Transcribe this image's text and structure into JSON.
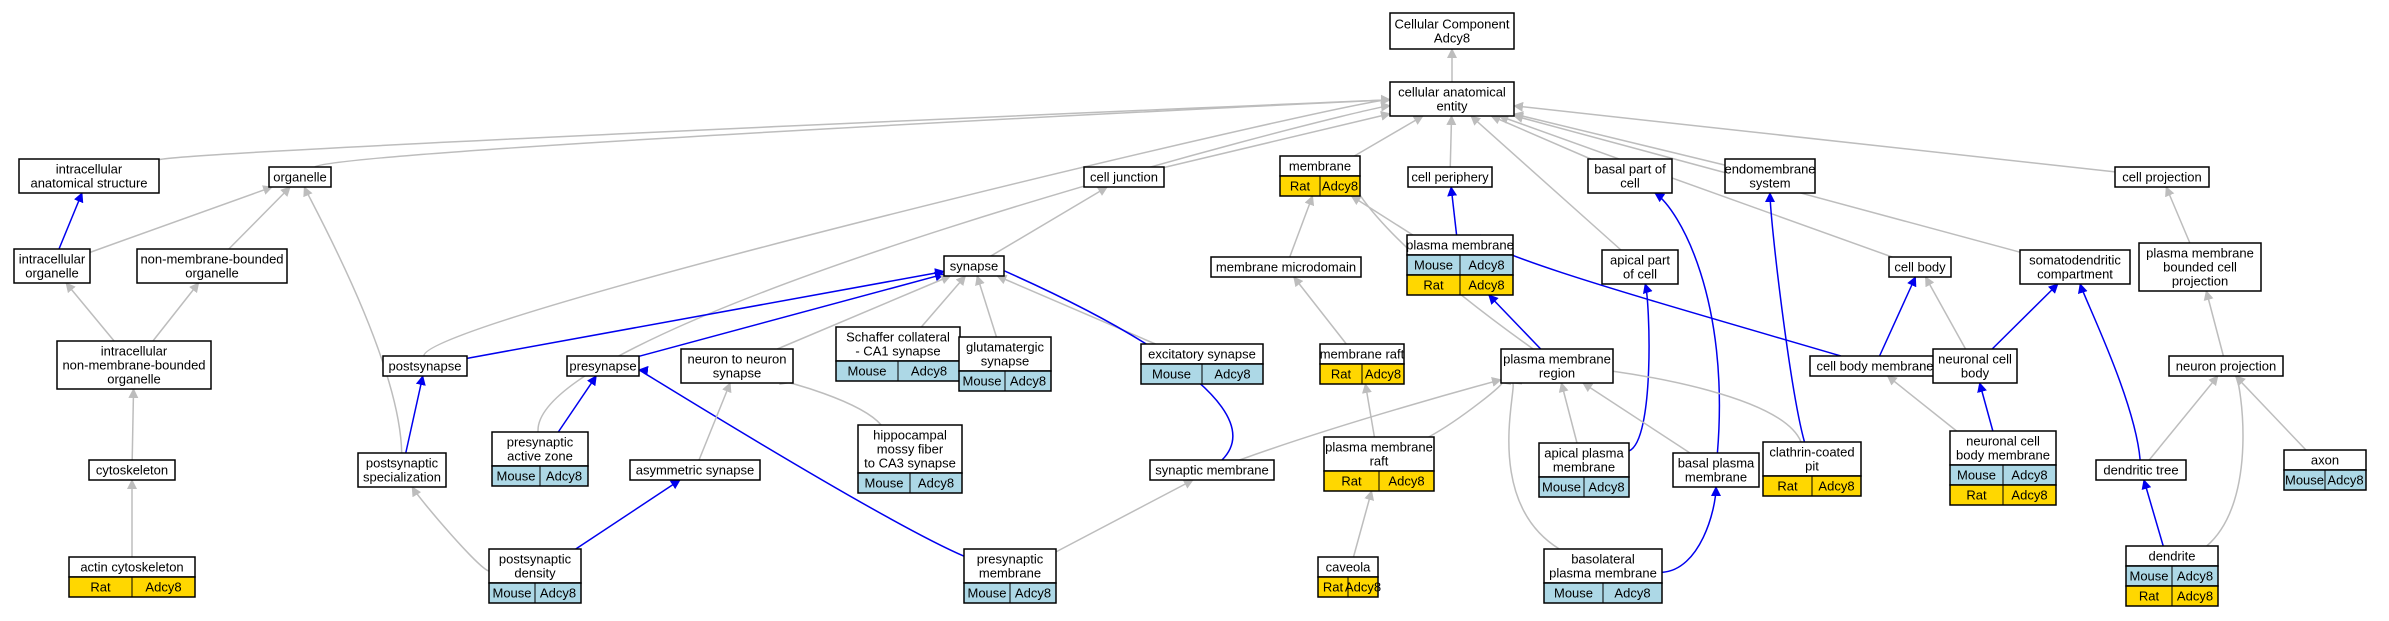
{
  "colors": {
    "gray_edge": "#bdbdbd",
    "blue_edge": "#0000ee",
    "mouse": "#add8e6",
    "rat": "#ffd700"
  },
  "nodes": [
    {
      "id": "root",
      "label": [
        "Cellular Component",
        "Adcy8"
      ],
      "tags": []
    },
    {
      "id": "cae",
      "label": [
        "cellular anatomical",
        "entity"
      ],
      "tags": []
    },
    {
      "id": "ias",
      "label": [
        "intracellular",
        "anatomical structure"
      ],
      "tags": []
    },
    {
      "id": "organelle",
      "label": [
        "organelle"
      ],
      "tags": []
    },
    {
      "id": "celljunction",
      "label": [
        "cell junction"
      ],
      "tags": []
    },
    {
      "id": "membrane",
      "label": [
        "membrane"
      ],
      "tags": [
        [
          "Rat",
          "Adcy8"
        ]
      ]
    },
    {
      "id": "cellperiphery",
      "label": [
        "cell periphery"
      ],
      "tags": []
    },
    {
      "id": "basalpart",
      "label": [
        "basal part of",
        "cell"
      ],
      "tags": []
    },
    {
      "id": "endomembrane",
      "label": [
        "endomembrane",
        "system"
      ],
      "tags": []
    },
    {
      "id": "cellprojection",
      "label": [
        "cell projection"
      ],
      "tags": []
    },
    {
      "id": "intraorg",
      "label": [
        "intracellular",
        "organelle"
      ],
      "tags": []
    },
    {
      "id": "nmbo",
      "label": [
        "non-membrane-bounded",
        "organelle"
      ],
      "tags": []
    },
    {
      "id": "synapse",
      "label": [
        "synapse"
      ],
      "tags": []
    },
    {
      "id": "memmicro",
      "label": [
        "membrane microdomain"
      ],
      "tags": []
    },
    {
      "id": "plasmamem",
      "label": [
        "plasma membrane"
      ],
      "tags": [
        [
          "Mouse",
          "Adcy8"
        ],
        [
          "Rat",
          "Adcy8"
        ]
      ]
    },
    {
      "id": "apicalpart",
      "label": [
        "apical part",
        "of cell"
      ],
      "tags": []
    },
    {
      "id": "cellbody",
      "label": [
        "cell body"
      ],
      "tags": []
    },
    {
      "id": "somato",
      "label": [
        "somatodendritic",
        "compartment"
      ],
      "tags": []
    },
    {
      "id": "pmbcp",
      "label": [
        "plasma membrane",
        "bounded cell",
        "projection"
      ],
      "tags": []
    },
    {
      "id": "inmbo",
      "label": [
        "intracellular",
        "non-membrane-bounded",
        "organelle"
      ],
      "tags": []
    },
    {
      "id": "postsynapse",
      "label": [
        "postsynapse"
      ],
      "tags": []
    },
    {
      "id": "presynapse",
      "label": [
        "presynapse"
      ],
      "tags": []
    },
    {
      "id": "n2n",
      "label": [
        "neuron to neuron",
        "synapse"
      ],
      "tags": []
    },
    {
      "id": "schaffer",
      "label": [
        "Schaffer collateral",
        "- CA1 synapse"
      ],
      "tags": [
        [
          "Mouse",
          "Adcy8"
        ]
      ]
    },
    {
      "id": "glutamatergic",
      "label": [
        "glutamatergic",
        "synapse"
      ],
      "tags": [
        [
          "Mouse",
          "Adcy8"
        ]
      ]
    },
    {
      "id": "excitatory",
      "label": [
        "excitatory synapse"
      ],
      "tags": [
        [
          "Mouse",
          "Adcy8"
        ]
      ]
    },
    {
      "id": "memraft",
      "label": [
        "membrane raft"
      ],
      "tags": [
        [
          "Rat",
          "Adcy8"
        ]
      ]
    },
    {
      "id": "pmregion",
      "label": [
        "plasma membrane",
        "region"
      ],
      "tags": []
    },
    {
      "id": "cbmembrane",
      "label": [
        "cell body membrane"
      ],
      "tags": []
    },
    {
      "id": "ncb",
      "label": [
        "neuronal cell",
        "body"
      ],
      "tags": []
    },
    {
      "id": "neuronproj",
      "label": [
        "neuron projection"
      ],
      "tags": []
    },
    {
      "id": "cytoskeleton",
      "label": [
        "cytoskeleton"
      ],
      "tags": []
    },
    {
      "id": "postspec",
      "label": [
        "postsynaptic",
        "specialization"
      ],
      "tags": []
    },
    {
      "id": "preaz",
      "label": [
        "presynaptic",
        "active zone"
      ],
      "tags": [
        [
          "Mouse",
          "Adcy8"
        ]
      ]
    },
    {
      "id": "asymmetric",
      "label": [
        "asymmetric synapse"
      ],
      "tags": []
    },
    {
      "id": "hippo",
      "label": [
        "hippocampal",
        "mossy fiber",
        "to CA3 synapse"
      ],
      "tags": [
        [
          "Mouse",
          "Adcy8"
        ]
      ]
    },
    {
      "id": "synmem",
      "label": [
        "synaptic membrane"
      ],
      "tags": []
    },
    {
      "id": "pmraft",
      "label": [
        "plasma membrane",
        "raft"
      ],
      "tags": [
        [
          "Rat",
          "Adcy8"
        ]
      ]
    },
    {
      "id": "apicalpm",
      "label": [
        "apical plasma",
        "membrane"
      ],
      "tags": [
        [
          "Mouse",
          "Adcy8"
        ]
      ]
    },
    {
      "id": "basalpm",
      "label": [
        "basal plasma",
        "membrane"
      ],
      "tags": []
    },
    {
      "id": "clathrin",
      "label": [
        "clathrin-coated",
        "pit"
      ],
      "tags": [
        [
          "Rat",
          "Adcy8"
        ]
      ]
    },
    {
      "id": "ncbm",
      "label": [
        "neuronal cell",
        "body membrane"
      ],
      "tags": [
        [
          "Mouse",
          "Adcy8"
        ],
        [
          "Rat",
          "Adcy8"
        ]
      ]
    },
    {
      "id": "dendtree",
      "label": [
        "dendritic tree"
      ],
      "tags": []
    },
    {
      "id": "axon",
      "label": [
        "axon"
      ],
      "tags": [
        [
          "Mouse",
          "Adcy8"
        ]
      ]
    },
    {
      "id": "actin",
      "label": [
        "actin cytoskeleton"
      ],
      "tags": [
        [
          "Rat",
          "Adcy8"
        ]
      ]
    },
    {
      "id": "psd",
      "label": [
        "postsynaptic",
        "density"
      ],
      "tags": [
        [
          "Mouse",
          "Adcy8"
        ]
      ]
    },
    {
      "id": "presmem",
      "label": [
        "presynaptic",
        "membrane"
      ],
      "tags": [
        [
          "Mouse",
          "Adcy8"
        ]
      ]
    },
    {
      "id": "caveola",
      "label": [
        "caveola"
      ],
      "tags": [
        [
          "Rat",
          "Adcy8"
        ]
      ]
    },
    {
      "id": "basolateral",
      "label": [
        "basolateral",
        "plasma membrane"
      ],
      "tags": [
        [
          "Mouse",
          "Adcy8"
        ]
      ]
    },
    {
      "id": "dendrite",
      "label": [
        "dendrite"
      ],
      "tags": [
        [
          "Mouse",
          "Adcy8"
        ],
        [
          "Rat",
          "Adcy8"
        ]
      ]
    }
  ],
  "edges": [
    {
      "from": "cae",
      "to": "root",
      "type": "gray"
    },
    {
      "from": "ias",
      "to": "cae",
      "type": "gray"
    },
    {
      "from": "organelle",
      "to": "cae",
      "type": "gray"
    },
    {
      "from": "celljunction",
      "to": "cae",
      "type": "gray"
    },
    {
      "from": "membrane",
      "to": "cae",
      "type": "gray"
    },
    {
      "from": "cellperiphery",
      "to": "cae",
      "type": "gray"
    },
    {
      "from": "basalpart",
      "to": "cae",
      "type": "gray"
    },
    {
      "from": "endomembrane",
      "to": "cae",
      "type": "gray"
    },
    {
      "from": "cellprojection",
      "to": "cae",
      "type": "gray"
    },
    {
      "from": "apicalpart",
      "to": "cae",
      "type": "gray"
    },
    {
      "from": "cellbody",
      "to": "cae",
      "type": "gray"
    },
    {
      "from": "somato",
      "to": "cae",
      "type": "gray"
    },
    {
      "from": "postsynapse",
      "to": "cae",
      "type": "gray"
    },
    {
      "from": "preaz",
      "to": "cae",
      "type": "gray"
    },
    {
      "from": "intraorg",
      "to": "ias",
      "type": "blue"
    },
    {
      "from": "intraorg",
      "to": "organelle",
      "type": "gray"
    },
    {
      "from": "nmbo",
      "to": "organelle",
      "type": "gray"
    },
    {
      "from": "postspec",
      "to": "organelle",
      "type": "gray"
    },
    {
      "from": "inmbo",
      "to": "intraorg",
      "type": "gray"
    },
    {
      "from": "inmbo",
      "to": "nmbo",
      "type": "gray"
    },
    {
      "from": "cytoskeleton",
      "to": "inmbo",
      "type": "gray"
    },
    {
      "from": "actin",
      "to": "cytoskeleton",
      "type": "gray"
    },
    {
      "from": "synapse",
      "to": "celljunction",
      "type": "gray"
    },
    {
      "from": "memmicro",
      "to": "membrane",
      "type": "gray"
    },
    {
      "from": "plasmamem",
      "to": "membrane",
      "type": "gray"
    },
    {
      "from": "plasmamem",
      "to": "cellperiphery",
      "type": "blue"
    },
    {
      "from": "postsynapse",
      "to": "synapse",
      "type": "blue"
    },
    {
      "from": "presynapse",
      "to": "synapse",
      "type": "blue"
    },
    {
      "from": "n2n",
      "to": "synapse",
      "type": "gray"
    },
    {
      "from": "schaffer",
      "to": "synapse",
      "type": "gray"
    },
    {
      "from": "glutamatergic",
      "to": "synapse",
      "type": "gray"
    },
    {
      "from": "excitatory",
      "to": "synapse",
      "type": "gray"
    },
    {
      "from": "synmem",
      "to": "synapse",
      "type": "blue"
    },
    {
      "from": "memraft",
      "to": "memmicro",
      "type": "gray"
    },
    {
      "from": "pmregion",
      "to": "plasmamem",
      "type": "blue"
    },
    {
      "from": "cbmembrane",
      "to": "plasmamem",
      "type": "blue"
    },
    {
      "from": "pmregion",
      "to": "membrane",
      "type": "gray"
    },
    {
      "from": "apicalpm",
      "to": "apicalpart",
      "type": "blue"
    },
    {
      "from": "basalpm",
      "to": "basalpart",
      "type": "blue"
    },
    {
      "from": "clathrin",
      "to": "endomembrane",
      "type": "blue"
    },
    {
      "from": "cbmembrane",
      "to": "cellbody",
      "type": "blue"
    },
    {
      "from": "ncb",
      "to": "cellbody",
      "type": "gray"
    },
    {
      "from": "ncb",
      "to": "somato",
      "type": "blue"
    },
    {
      "from": "pmbcp",
      "to": "cellprojection",
      "type": "gray"
    },
    {
      "from": "neuronproj",
      "to": "pmbcp",
      "type": "gray"
    },
    {
      "from": "postspec",
      "to": "postsynapse",
      "type": "blue"
    },
    {
      "from": "preaz",
      "to": "presynapse",
      "type": "blue"
    },
    {
      "from": "presmem",
      "to": "presynapse",
      "type": "blue"
    },
    {
      "from": "asymmetric",
      "to": "n2n",
      "type": "gray"
    },
    {
      "from": "hippo",
      "to": "n2n",
      "type": "gray"
    },
    {
      "from": "psd",
      "to": "postspec",
      "type": "gray"
    },
    {
      "from": "psd",
      "to": "asymmetric",
      "type": "blue"
    },
    {
      "from": "presmem",
      "to": "synmem",
      "type": "gray"
    },
    {
      "from": "synmem",
      "to": "pmregion",
      "type": "gray"
    },
    {
      "from": "pmraft",
      "to": "memraft",
      "type": "gray"
    },
    {
      "from": "pmraft",
      "to": "pmregion",
      "type": "gray"
    },
    {
      "from": "caveola",
      "to": "pmraft",
      "type": "gray"
    },
    {
      "from": "apicalpm",
      "to": "pmregion",
      "type": "gray"
    },
    {
      "from": "basalpm",
      "to": "pmregion",
      "type": "gray"
    },
    {
      "from": "clathrin",
      "to": "pmregion",
      "type": "gray"
    },
    {
      "from": "basolateral",
      "to": "pmregion",
      "type": "gray"
    },
    {
      "from": "basolateral",
      "to": "basalpm",
      "type": "blue"
    },
    {
      "from": "ncbm",
      "to": "cbmembrane",
      "type": "gray"
    },
    {
      "from": "ncbm",
      "to": "ncb",
      "type": "blue"
    },
    {
      "from": "dendtree",
      "to": "somato",
      "type": "blue"
    },
    {
      "from": "dendtree",
      "to": "neuronproj",
      "type": "gray"
    },
    {
      "from": "axon",
      "to": "neuronproj",
      "type": "gray"
    },
    {
      "from": "dendrite",
      "to": "dendtree",
      "type": "blue"
    },
    {
      "from": "dendrite",
      "to": "neuronproj",
      "type": "gray"
    }
  ]
}
